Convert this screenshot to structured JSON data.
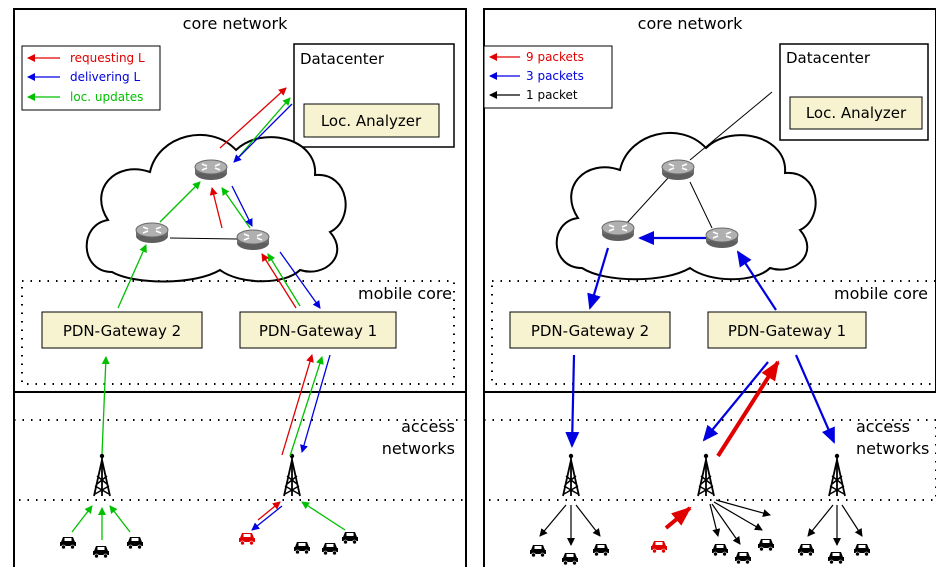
{
  "left_panel": {
    "title": "core network",
    "legend": [
      {
        "label": "requesting L",
        "color": "#e00000"
      },
      {
        "label": "delivering L",
        "color": "#0000e0"
      },
      {
        "label": "loc. updates",
        "color": "#00c000"
      }
    ],
    "datacenter": "Datacenter",
    "analyzer": "Loc. Analyzer",
    "mobile_core": "mobile core",
    "gateway_2": "PDN-Gateway 2",
    "gateway_1": "PDN-Gateway 1",
    "access": [
      "access",
      "networks"
    ]
  },
  "right_panel": {
    "title": "core network",
    "legend": [
      {
        "label": "9 packets",
        "color": "#e00000"
      },
      {
        "label": "3 packets",
        "color": "#0000e0"
      },
      {
        "label": "1 packet",
        "color": "#000000"
      }
    ],
    "datacenter": "Datacenter",
    "analyzer": "Loc. Analyzer",
    "mobile_core": "mobile core",
    "gateway_2": "PDN-Gateway 2",
    "gateway_1": "PDN-Gateway 1",
    "access": [
      "access",
      "networks"
    ]
  },
  "colors": {
    "red": "#e00000",
    "blue": "#0000e0",
    "green": "#00c000",
    "box_fill": "#f7f3d0",
    "router": "#8a8a8a"
  },
  "icons": [
    "router-icon",
    "cell-tower-icon",
    "car-icon",
    "cloud-icon"
  ]
}
